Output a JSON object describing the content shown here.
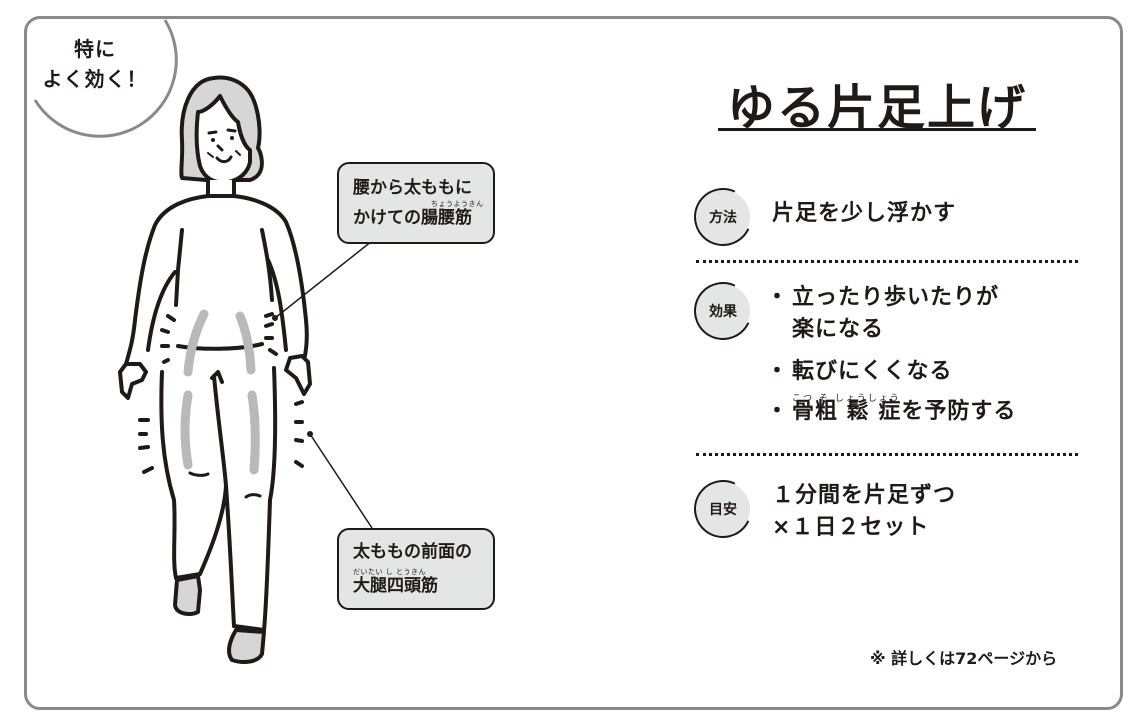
{
  "badge": {
    "line1": "特に",
    "line2": "よく効く！"
  },
  "callouts": [
    {
      "line1": "腰から太ももに",
      "line2_prefix": "かけての",
      "line2_term": "腸腰筋",
      "ruby": "ちょうようきん"
    },
    {
      "line1": "太ももの前面の",
      "line2_term": "大腿四頭筋",
      "ruby": "だいたい し とうきん"
    }
  ],
  "title": "ゆる片足上げ",
  "sections": {
    "method": {
      "label": "方法",
      "text": "片足を少し浮かす"
    },
    "effect": {
      "label": "効果",
      "items": [
        {
          "line1": "立ったり歩いたりが",
          "line2": "楽になる"
        },
        {
          "line1": "転びにくくなる"
        },
        {
          "line1_term": "骨粗 鬆 症",
          "line1_rest": "を予防する",
          "ruby": "こつ そ しょうしょう"
        }
      ]
    },
    "guide": {
      "label": "目安",
      "line1": "１分間を片足ずつ",
      "line2": "×１日２セット"
    }
  },
  "note": "※ 詳しくは72ページから",
  "colors": {
    "ink": "#1f1a17",
    "gray_fill": "#e4e5e5",
    "frame": "#8a8a8a",
    "muscle_highlight": "#b9b9b9"
  }
}
